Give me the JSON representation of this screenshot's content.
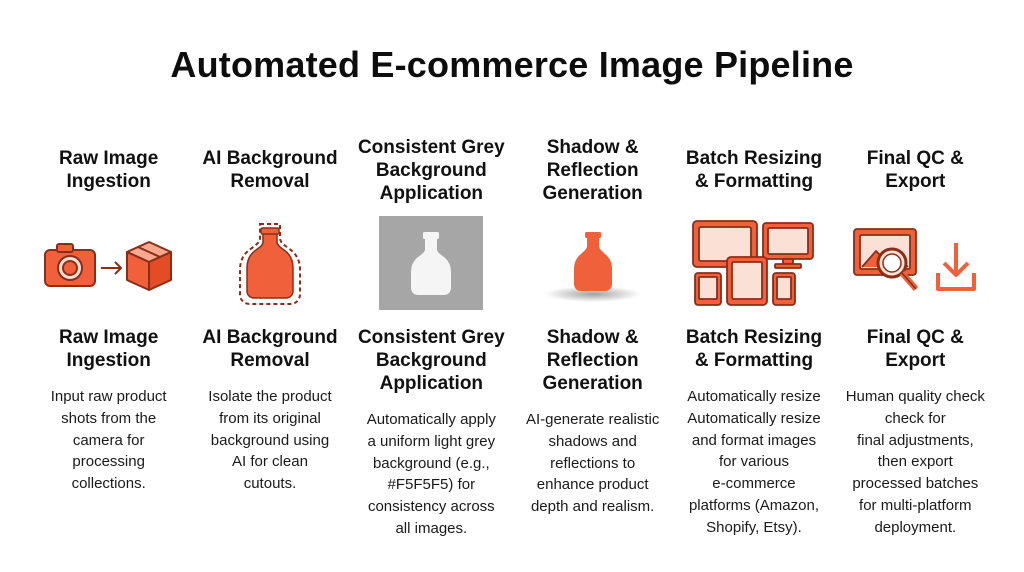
{
  "title": "Automated E-commerce Image Pipeline",
  "colors": {
    "accent": "#F0603A",
    "accent_dark": "#8A2E18",
    "grey_panel": "#A6A6A6",
    "white_silhouette": "#F5F5F5"
  },
  "steps": [
    {
      "heading": [
        "Raw Image",
        "Ingestion"
      ],
      "icon": "camera-to-box-icon",
      "subheading": [
        "Raw Image",
        "Ingestion"
      ],
      "description": [
        "Input raw product",
        "shots from the",
        "camera for",
        "processing",
        "collections."
      ]
    },
    {
      "heading": [
        "AI Background",
        "Removal"
      ],
      "icon": "bottle-cutout-icon",
      "subheading": [
        "AI Background",
        "Removal"
      ],
      "description": [
        "Isolate the product",
        "from its original",
        "background using",
        "AI for clean",
        "cutouts."
      ]
    },
    {
      "heading": [
        "Consistent Grey",
        "Background",
        "Application"
      ],
      "icon": "grey-background-bottle-icon",
      "subheading": [
        "Consistent Grey",
        "Background",
        "Application"
      ],
      "description": [
        "Automatically apply",
        "a uniform light grey",
        "background (e.g.,",
        "#F5F5F5) for",
        "consistency across",
        "all images."
      ]
    },
    {
      "heading": [
        "Shadow &",
        "Reflection",
        "Generation"
      ],
      "icon": "bottle-shadow-icon",
      "subheading": [
        "Shadow &",
        "Reflection",
        "Generation"
      ],
      "description": [
        "AI-generate realistic",
        "shadows and",
        "reflections to",
        "enhance product",
        "depth and realism."
      ]
    },
    {
      "heading": [
        "Batch Resizing",
        "& Formatting"
      ],
      "icon": "multi-device-icon",
      "subheading": [
        "Batch Resizing",
        "& Formatting"
      ],
      "description": [
        "Automatically resize",
        "Automatically resize",
        "and format images",
        "for various",
        "e-commerce",
        "platforms (Amazon,",
        "Shopify, Etsy)."
      ]
    },
    {
      "heading": [
        "Final QC &",
        "Export"
      ],
      "icon": "inspect-export-icon",
      "subheading": [
        "Final QC &",
        "Export"
      ],
      "description": [
        "Human quality check",
        "check for",
        "final adjustments,",
        "then export",
        "processed batches",
        "for multi-platform",
        "deployment."
      ]
    }
  ]
}
